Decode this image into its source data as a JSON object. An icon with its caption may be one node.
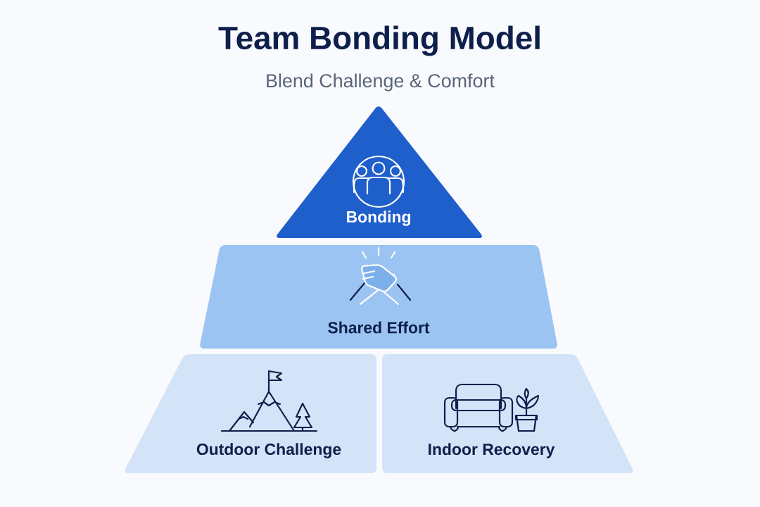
{
  "diagram": {
    "title": "Team Bonding Model",
    "nodes": [
      {
        "text": [
          "Bonding"
        ]
      },
      {
        "text": [
          "Shared Effort"
        ]
      },
      {
        "text": [
          "Outdoor Challenge"
        ]
      },
      {
        "text": [
          "Indoor Recovery"
        ]
      }
    ],
    "labels": [
      "Blend Challenge & Comfort"
    ]
  }
}
